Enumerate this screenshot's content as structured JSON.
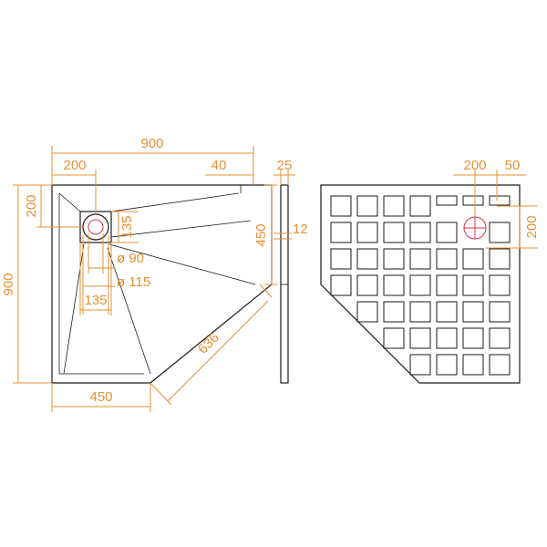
{
  "views": {
    "top_view": {
      "dimensions": {
        "total_width": "900",
        "drain_offset_x": "200",
        "edge_offset_top": "40",
        "total_depth": "900",
        "drain_offset_y": "200",
        "drain_housing": "135",
        "drain_housing_width": "135",
        "drain_diameter": "ø 90",
        "drain_outer_diameter": "ø 115",
        "right_side_length": "450",
        "bottom_length": "450",
        "diagonal_length": "636"
      }
    },
    "side_view": {
      "dimensions": {
        "thickness": "25",
        "edge_height": "12"
      }
    },
    "bottom_view": {
      "dimensions": {
        "drain_offset_x": "200",
        "drain_offset_side": "50",
        "drain_offset_y": "200"
      }
    }
  },
  "colors": {
    "outline": "#1a1a1a",
    "dimension": "#e59033",
    "drain_hole": "#d8344a"
  }
}
